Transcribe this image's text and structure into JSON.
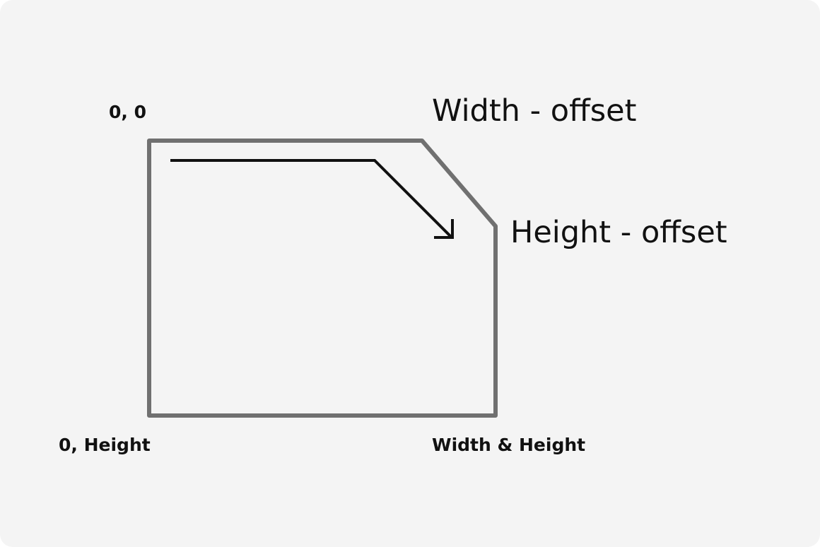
{
  "labels": {
    "origin": "0, 0",
    "bottom_left": "0, Height",
    "bottom_right": "Width & Height",
    "width_offset": "Width - offset",
    "height_offset": "Height - offset"
  },
  "colors": {
    "background": "#f4f4f4",
    "shape_outline": "#707070",
    "arrow": "#111111",
    "text": "#111111"
  }
}
